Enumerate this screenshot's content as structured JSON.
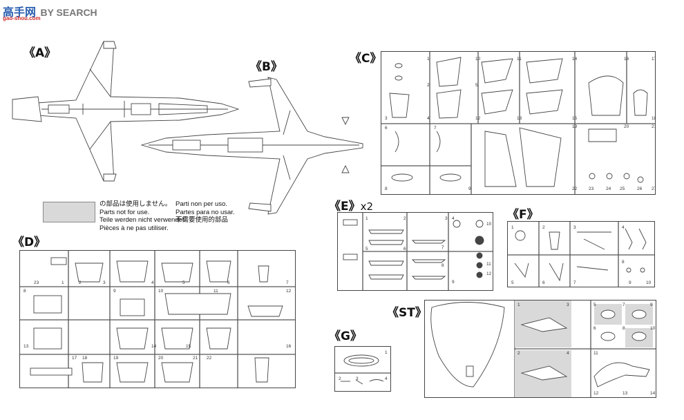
{
  "watermark": {
    "brand_cn": "高手网",
    "brand_en": "BY SEARCH",
    "url": "gao-shou.com"
  },
  "labels": {
    "A": "《A》",
    "B": "《B》",
    "C": "《C》",
    "D": "《D》",
    "E": "《E》",
    "E_qty": "x2",
    "F": "《F》",
    "G": "《G》",
    "ST": "《ST》"
  },
  "legend": {
    "col1": [
      "の部品は使用しません。",
      "Parts not for use.",
      "Teile werden nicht verwendet.",
      "Pièces à ne pas utiliser."
    ],
    "col2": [
      "Parti non per uso.",
      "Partes para no usar.",
      "不需要使用的部品"
    ]
  },
  "part_numbers": {
    "C": [
      "1",
      "2",
      "3",
      "4",
      "5",
      "6",
      "7",
      "8",
      "9",
      "10",
      "11",
      "12",
      "13",
      "14",
      "15",
      "16",
      "17",
      "18",
      "19",
      "20",
      "21",
      "22",
      "23",
      "24",
      "25",
      "26",
      "27"
    ],
    "D": [
      "1",
      "2",
      "3",
      "4",
      "5",
      "6",
      "7",
      "8",
      "9",
      "10",
      "11",
      "12",
      "13",
      "14",
      "15",
      "16",
      "17",
      "18",
      "19",
      "20",
      "21",
      "22",
      "23"
    ],
    "E": [
      "1",
      "2",
      "3",
      "4",
      "5",
      "6",
      "7",
      "8",
      "9",
      "10",
      "11",
      "12"
    ],
    "F": [
      "1",
      "2",
      "3",
      "4",
      "5",
      "6",
      "7",
      "8",
      "9",
      "10"
    ],
    "G": [
      "1",
      "2",
      "3",
      "4"
    ],
    "ST": [
      "1",
      "2",
      "3",
      "4",
      "5",
      "6",
      "7",
      "8",
      "9",
      "10",
      "11",
      "12",
      "13",
      "14"
    ]
  },
  "colors": {
    "line": "#444444",
    "shade": "#d9d9d9",
    "wm_blue": "#2a5fb0",
    "wm_red": "#d22a2a"
  }
}
